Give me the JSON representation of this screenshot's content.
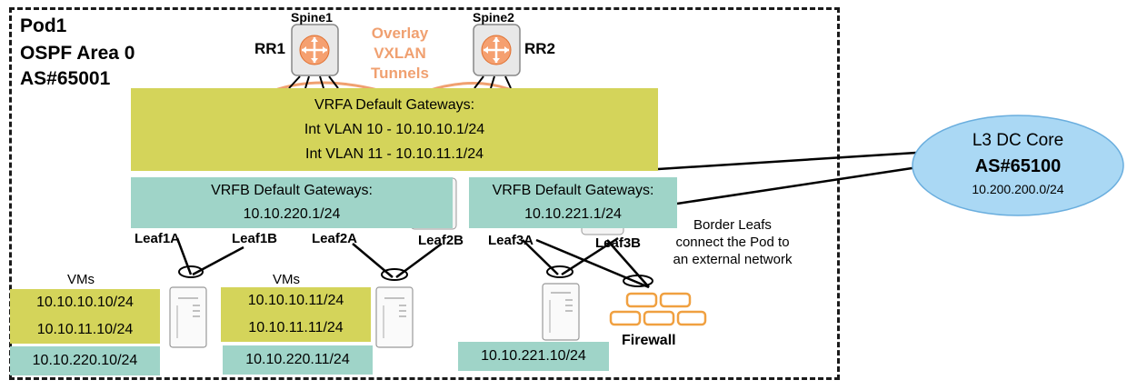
{
  "pod": {
    "title": "Pod1",
    "area": "OSPF Area 0",
    "asn": "AS#65001"
  },
  "spines": [
    {
      "name": "Spine1",
      "role": "RR1"
    },
    {
      "name": "Spine2",
      "role": "RR2"
    }
  ],
  "overlay": {
    "line1": "Overlay",
    "line2": "VXLAN",
    "line3": "Tunnels"
  },
  "vrfa": {
    "title": "VRFA Default Gateways:",
    "line1": "Int VLAN 10 - 10.10.10.1/24",
    "line2": "Int VLAN 11 - 10.10.11.1/24"
  },
  "vrfb_left": {
    "title": "VRFB Default Gateways:",
    "address": "10.10.220.1/24"
  },
  "vrfb_right": {
    "title": "VRFB Default Gateways:",
    "address": "10.10.221.1/24"
  },
  "leafs": [
    "Leaf1A",
    "Leaf1B",
    "Leaf2A",
    "Leaf2B",
    "Leaf3A",
    "Leaf3B"
  ],
  "border_note": {
    "line1": "Border Leafs",
    "line2": "connect the Pod to",
    "line3": "an external network"
  },
  "core": {
    "title": "L3 DC Core",
    "asn": "AS#65100",
    "subnet": "10.200.200.0/24"
  },
  "vm_group1": {
    "label": "VMs",
    "ip1": "10.10.10.10/24",
    "ip2": "10.10.11.10/24",
    "ip3": "10.10.220.10/24"
  },
  "vm_group2": {
    "label": "VMs",
    "ip1": "10.10.10.11/24",
    "ip2": "10.10.11.11/24",
    "ip3": "10.10.220.11/24"
  },
  "host3": {
    "ip": "10.10.221.10/24"
  },
  "firewall": {
    "label": "Firewall"
  },
  "colors": {
    "vrfa": "#d4d45a",
    "vrfb": "#9fd4c8",
    "core": "#aad8f4",
    "overlay": "#f0a070",
    "firewall": "#f0a040"
  }
}
